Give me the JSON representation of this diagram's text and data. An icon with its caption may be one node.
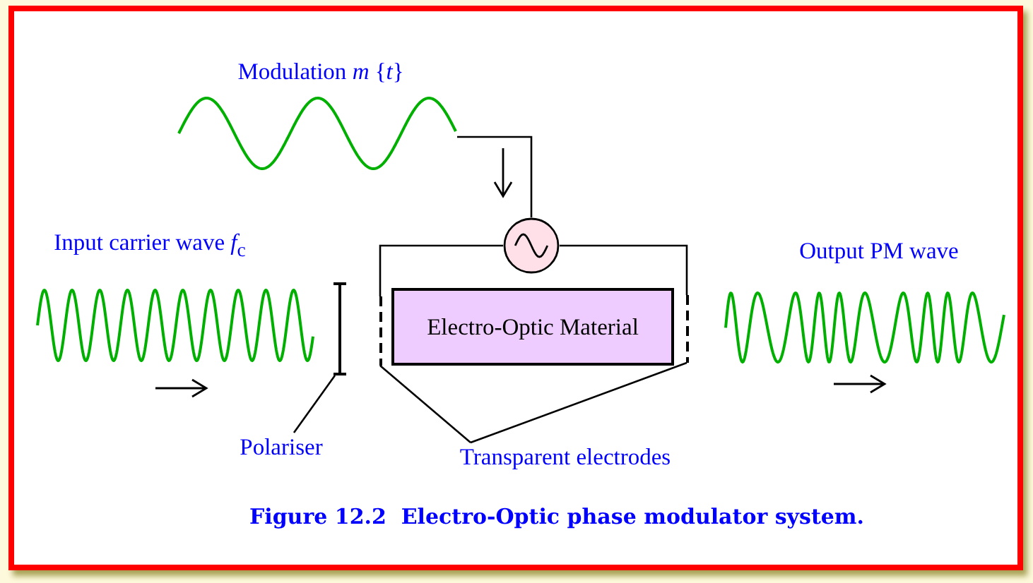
{
  "diagram": {
    "caption": "Figure 12.2  Electro-Optic phase modulator system.",
    "nodes": [
      {
        "text": [],
        "shape": "picture",
        "beside": [
          "Modulation *m* {*t*}"
        ]
      },
      {
        "text": [],
        "shape": "circle"
      },
      {
        "text": [],
        "shape": "bar"
      },
      {
        "text": [],
        "shape": "bar"
      },
      {
        "text": [
          "Electro-Optic Material"
        ]
      },
      {
        "text": [],
        "shape": "bar"
      },
      {
        "text": [
          "Polariser"
        ]
      },
      {
        "text": [
          "Transparent electrodes"
        ]
      }
    ],
    "edges": [
      {
        "from": 0,
        "to": 1,
        "arrow": "none"
      },
      {
        "from": 1,
        "to": 3,
        "arrow": "none"
      },
      {
        "from": 1,
        "to": 5,
        "arrow": "none"
      },
      {
        "from": 6,
        "to": 2,
        "arrow": "none"
      },
      {
        "from": 7,
        "to": 3,
        "arrow": "none"
      },
      {
        "from": 7,
        "to": 5,
        "arrow": "none"
      }
    ],
    "labels": [
      "Input carrier wave *f*$_{c}$",
      "Output PM wave"
    ]
  }
}
